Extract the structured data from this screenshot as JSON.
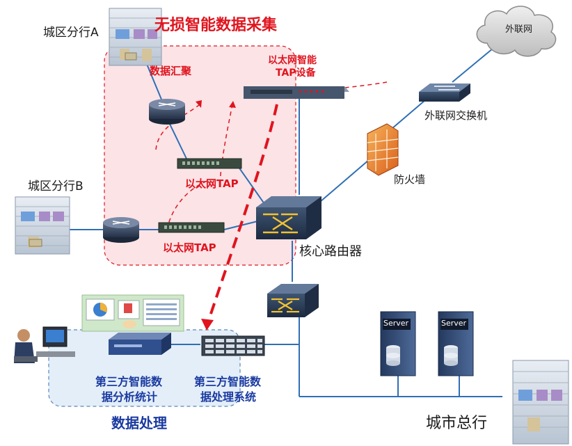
{
  "title": "无损智能数据采集",
  "labels": {
    "branch_a": "城区分行A",
    "branch_b": "城区分行B",
    "hq": "城市总行",
    "internet": "外联网",
    "internet_switch": "外联网交换机",
    "firewall": "防火墙",
    "core_router": "核心路由器",
    "aggregation": "数据汇聚",
    "tap_device_line1": "以太网智能",
    "tap_device_line2": "TAP设备",
    "tap_upper": "以太网TAP",
    "tap_lower": "以太网TAP",
    "analysis_line1": "第三方智能数",
    "analysis_line2": "据分析统计",
    "processing_line1": "第三方智能数",
    "processing_line2": "据处理系统",
    "data_processing": "数据处理",
    "server_1": "Server",
    "server_2": "Server"
  },
  "colors": {
    "accent_red": "#e0141e",
    "link_blue": "#2f6fb5",
    "zone_pink": "#fbe3e6",
    "zone_blue": "#e3eef8"
  }
}
